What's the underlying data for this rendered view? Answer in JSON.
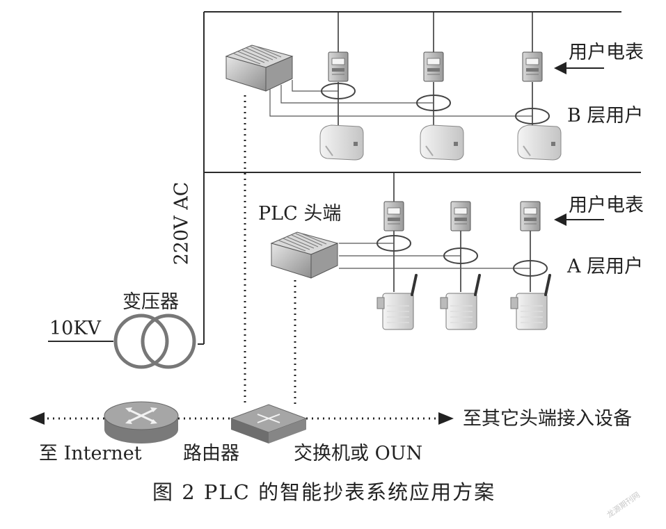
{
  "labels": {
    "user_meter_top": "用户电表",
    "b_layer": "B 层用户",
    "plc_head": "PLC 头端",
    "user_meter_mid": "用户电表",
    "a_layer": "A 层用户",
    "voltage": "220V  AC",
    "transformer": "变压器",
    "kv": "10KV",
    "internet": "至 Internet",
    "router": "路由器",
    "switch": "交换机或 OUN",
    "other": "至其它头端接入设备"
  },
  "caption": "图 2    PLC 的智能抄表系统应用方案",
  "watermark": "龙源期刊网",
  "colors": {
    "line": "#2b2b2b",
    "device": "#bdbdbd",
    "coil": "#444444"
  }
}
